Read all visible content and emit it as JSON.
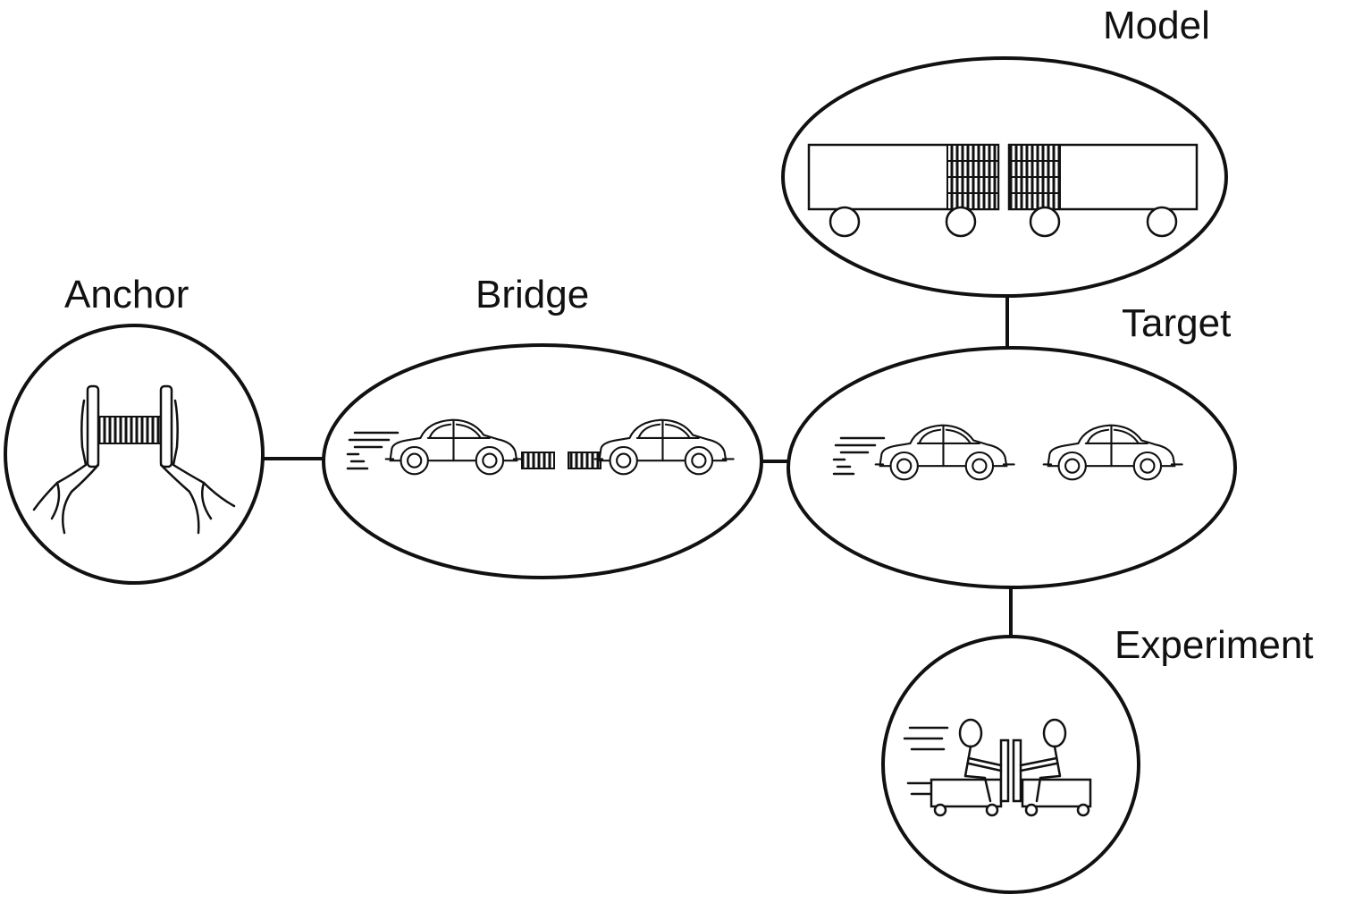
{
  "diagram": {
    "nodes": {
      "anchor": {
        "label": "Anchor"
      },
      "bridge": {
        "label": "Bridge"
      },
      "target": {
        "label": "Target"
      },
      "model": {
        "label": "Model"
      },
      "experiment": {
        "label": "Experiment"
      }
    },
    "edges": [
      {
        "from": "anchor",
        "to": "bridge"
      },
      {
        "from": "bridge",
        "to": "target"
      },
      {
        "from": "model",
        "to": "target"
      },
      {
        "from": "target",
        "to": "experiment"
      }
    ],
    "illustrations": {
      "anchor": "hands-compressing-spring-icon",
      "bridge": "cars-colliding-with-springs-icon",
      "target": "cars-colliding-icon",
      "model": "carts-with-coil-springs-icon",
      "experiment": "people-on-carts-pushing-icon"
    },
    "colors": {
      "stroke": "#111111",
      "background": "#ffffff"
    }
  }
}
